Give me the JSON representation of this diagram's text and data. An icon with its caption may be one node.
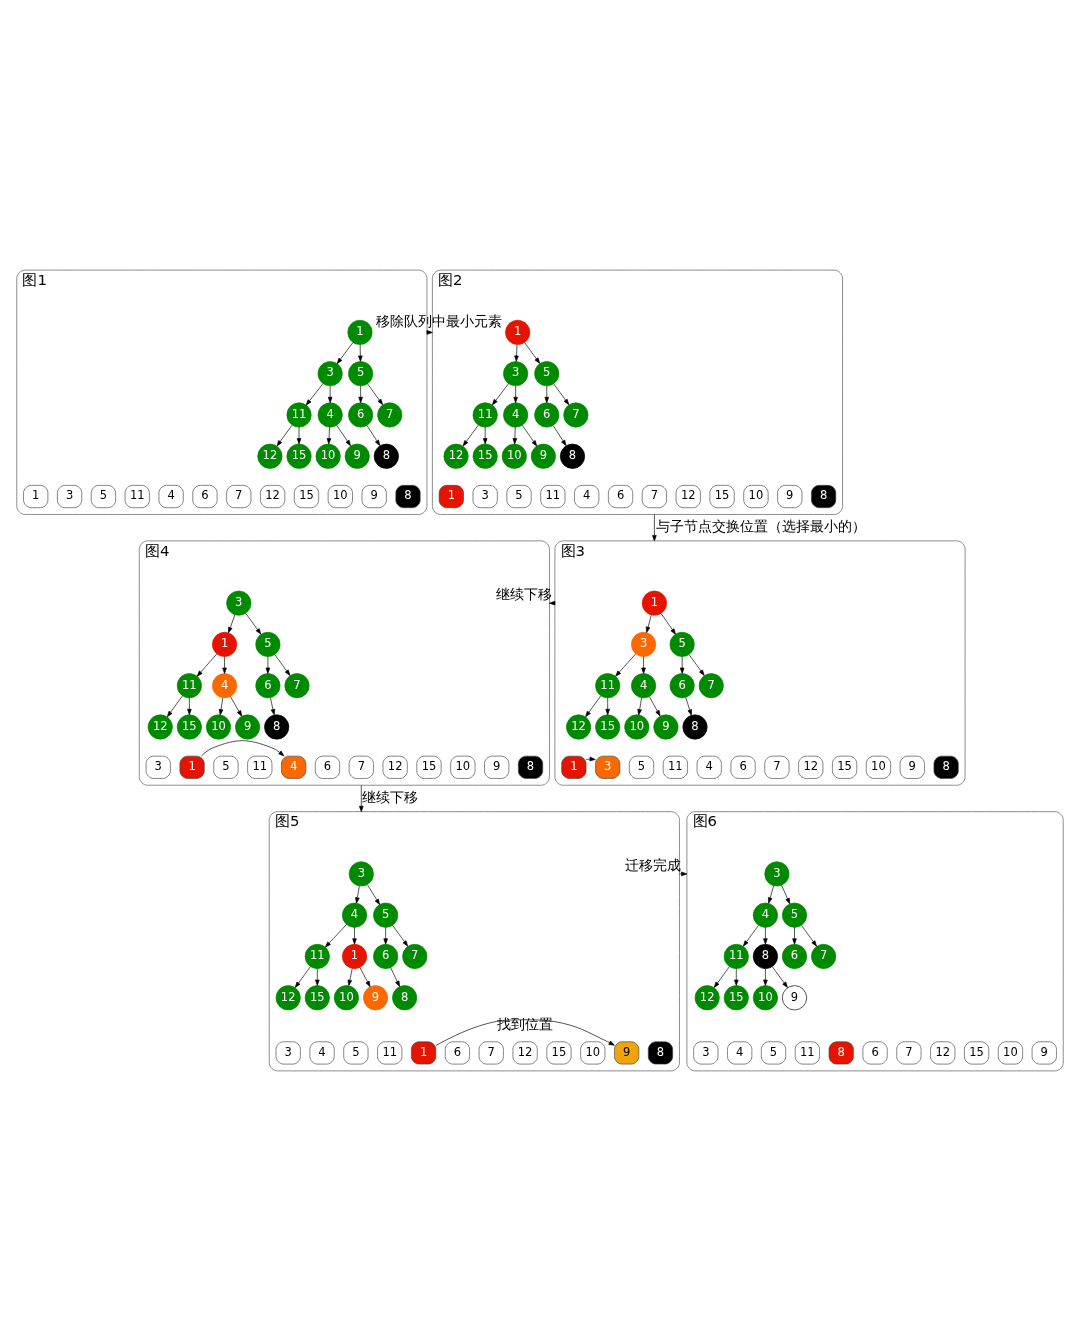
{
  "diagram": {
    "nodes": [
      {
        "text": [
          "图1"
        ]
      },
      {
        "text": [
          "1"
        ],
        "in": 0
      },
      {
        "text": [
          "3"
        ],
        "in": 0
      },
      {
        "text": [
          "5"
        ],
        "in": 0
      },
      {
        "text": [
          "11"
        ],
        "in": 0
      },
      {
        "text": [
          "4"
        ],
        "in": 0
      },
      {
        "text": [
          "6"
        ],
        "in": 0
      },
      {
        "text": [
          "7"
        ],
        "in": 0
      },
      {
        "text": [
          "12"
        ],
        "in": 0
      },
      {
        "text": [
          "15"
        ],
        "in": 0
      },
      {
        "text": [
          "10"
        ],
        "in": 0
      },
      {
        "text": [
          "9"
        ],
        "in": 0
      },
      {
        "text": [
          "8"
        ],
        "in": 0
      },
      {
        "text": [
          "1"
        ],
        "in": 0
      },
      {
        "text": [
          "3"
        ],
        "in": 0
      },
      {
        "text": [
          "5"
        ],
        "in": 0
      },
      {
        "text": [
          "11"
        ],
        "in": 0
      },
      {
        "text": [
          "4"
        ],
        "in": 0
      },
      {
        "text": [
          "6"
        ],
        "in": 0
      },
      {
        "text": [
          "7"
        ],
        "in": 0
      },
      {
        "text": [
          "12"
        ],
        "in": 0
      },
      {
        "text": [
          "15"
        ],
        "in": 0
      },
      {
        "text": [
          "10"
        ],
        "in": 0
      },
      {
        "text": [
          "9"
        ],
        "in": 0
      },
      {
        "text": [
          "8"
        ],
        "in": 0
      },
      {
        "text": [
          "图2"
        ]
      },
      {
        "text": [
          "1"
        ],
        "in": 25
      },
      {
        "text": [
          "3"
        ],
        "in": 25
      },
      {
        "text": [
          "5"
        ],
        "in": 25
      },
      {
        "text": [
          "11"
        ],
        "in": 25
      },
      {
        "text": [
          "4"
        ],
        "in": 25
      },
      {
        "text": [
          "6"
        ],
        "in": 25
      },
      {
        "text": [
          "7"
        ],
        "in": 25
      },
      {
        "text": [
          "12"
        ],
        "in": 25
      },
      {
        "text": [
          "15"
        ],
        "in": 25
      },
      {
        "text": [
          "10"
        ],
        "in": 25
      },
      {
        "text": [
          "9"
        ],
        "in": 25
      },
      {
        "text": [
          "8"
        ],
        "in": 25
      },
      {
        "text": [
          "1"
        ],
        "in": 25
      },
      {
        "text": [
          "3"
        ],
        "in": 25
      },
      {
        "text": [
          "5"
        ],
        "in": 25
      },
      {
        "text": [
          "11"
        ],
        "in": 25
      },
      {
        "text": [
          "4"
        ],
        "in": 25
      },
      {
        "text": [
          "6"
        ],
        "in": 25
      },
      {
        "text": [
          "7"
        ],
        "in": 25
      },
      {
        "text": [
          "12"
        ],
        "in": 25
      },
      {
        "text": [
          "15"
        ],
        "in": 25
      },
      {
        "text": [
          "10"
        ],
        "in": 25
      },
      {
        "text": [
          "9"
        ],
        "in": 25
      },
      {
        "text": [
          "8"
        ],
        "in": 25
      },
      {
        "text": [
          "图4"
        ]
      },
      {
        "text": [
          "3"
        ],
        "in": 50
      },
      {
        "text": [
          "1"
        ],
        "in": 50
      },
      {
        "text": [
          "5"
        ],
        "in": 50
      },
      {
        "text": [
          "11"
        ],
        "in": 50
      },
      {
        "text": [
          "4"
        ],
        "in": 50
      },
      {
        "text": [
          "6"
        ],
        "in": 50
      },
      {
        "text": [
          "7"
        ],
        "in": 50
      },
      {
        "text": [
          "12"
        ],
        "in": 50
      },
      {
        "text": [
          "15"
        ],
        "in": 50
      },
      {
        "text": [
          "10"
        ],
        "in": 50
      },
      {
        "text": [
          "9"
        ],
        "in": 50
      },
      {
        "text": [
          "8"
        ],
        "in": 50
      },
      {
        "text": [
          "3"
        ],
        "in": 50
      },
      {
        "text": [
          "1"
        ],
        "in": 50
      },
      {
        "text": [
          "5"
        ],
        "in": 50
      },
      {
        "text": [
          "11"
        ],
        "in": 50
      },
      {
        "text": [
          "4"
        ],
        "in": 50
      },
      {
        "text": [
          "6"
        ],
        "in": 50
      },
      {
        "text": [
          "7"
        ],
        "in": 50
      },
      {
        "text": [
          "12"
        ],
        "in": 50
      },
      {
        "text": [
          "15"
        ],
        "in": 50
      },
      {
        "text": [
          "10"
        ],
        "in": 50
      },
      {
        "text": [
          "9"
        ],
        "in": 50
      },
      {
        "text": [
          "8"
        ],
        "in": 50
      },
      {
        "text": [
          "图3"
        ]
      },
      {
        "text": [
          "1"
        ],
        "in": 75
      },
      {
        "text": [
          "3"
        ],
        "in": 75
      },
      {
        "text": [
          "5"
        ],
        "in": 75
      },
      {
        "text": [
          "11"
        ],
        "in": 75
      },
      {
        "text": [
          "4"
        ],
        "in": 75
      },
      {
        "text": [
          "6"
        ],
        "in": 75
      },
      {
        "text": [
          "7"
        ],
        "in": 75
      },
      {
        "text": [
          "12"
        ],
        "in": 75
      },
      {
        "text": [
          "15"
        ],
        "in": 75
      },
      {
        "text": [
          "10"
        ],
        "in": 75
      },
      {
        "text": [
          "9"
        ],
        "in": 75
      },
      {
        "text": [
          "8"
        ],
        "in": 75
      },
      {
        "text": [
          "1"
        ],
        "in": 75
      },
      {
        "text": [
          "3"
        ],
        "in": 75
      },
      {
        "text": [
          "5"
        ],
        "in": 75
      },
      {
        "text": [
          "11"
        ],
        "in": 75
      },
      {
        "text": [
          "4"
        ],
        "in": 75
      },
      {
        "text": [
          "6"
        ],
        "in": 75
      },
      {
        "text": [
          "7"
        ],
        "in": 75
      },
      {
        "text": [
          "12"
        ],
        "in": 75
      },
      {
        "text": [
          "15"
        ],
        "in": 75
      },
      {
        "text": [
          "10"
        ],
        "in": 75
      },
      {
        "text": [
          "9"
        ],
        "in": 75
      },
      {
        "text": [
          "8"
        ],
        "in": 75
      },
      {
        "text": [
          "图5"
        ]
      },
      {
        "text": [
          "3"
        ],
        "in": 100
      },
      {
        "text": [
          "4"
        ],
        "in": 100
      },
      {
        "text": [
          "5"
        ],
        "in": 100
      },
      {
        "text": [
          "11"
        ],
        "in": 100
      },
      {
        "text": [
          "1"
        ],
        "in": 100
      },
      {
        "text": [
          "6"
        ],
        "in": 100
      },
      {
        "text": [
          "7"
        ],
        "in": 100
      },
      {
        "text": [
          "12"
        ],
        "in": 100
      },
      {
        "text": [
          "15"
        ],
        "in": 100
      },
      {
        "text": [
          "10"
        ],
        "in": 100
      },
      {
        "text": [
          "9"
        ],
        "in": 100
      },
      {
        "text": [
          "8"
        ],
        "in": 100
      },
      {
        "text": [
          "3"
        ],
        "in": 100
      },
      {
        "text": [
          "4"
        ],
        "in": 100
      },
      {
        "text": [
          "5"
        ],
        "in": 100
      },
      {
        "text": [
          "11"
        ],
        "in": 100
      },
      {
        "text": [
          "1"
        ],
        "in": 100
      },
      {
        "text": [
          "6"
        ],
        "in": 100
      },
      {
        "text": [
          "7"
        ],
        "in": 100
      },
      {
        "text": [
          "12"
        ],
        "in": 100
      },
      {
        "text": [
          "15"
        ],
        "in": 100
      },
      {
        "text": [
          "10"
        ],
        "in": 100
      },
      {
        "text": [
          "9"
        ],
        "in": 100
      },
      {
        "text": [
          "8"
        ],
        "in": 100
      },
      {
        "text": [
          "图6"
        ]
      },
      {
        "text": [
          "3"
        ],
        "in": 125
      },
      {
        "text": [
          "4"
        ],
        "in": 125
      },
      {
        "text": [
          "5"
        ],
        "in": 125
      },
      {
        "text": [
          "11"
        ],
        "in": 125
      },
      {
        "text": [
          "8"
        ],
        "in": 125
      },
      {
        "text": [
          "6"
        ],
        "in": 125
      },
      {
        "text": [
          "7"
        ],
        "in": 125
      },
      {
        "text": [
          "12"
        ],
        "in": 125
      },
      {
        "text": [
          "15"
        ],
        "in": 125
      },
      {
        "text": [
          "10"
        ],
        "in": 125
      },
      {
        "text": [
          "9"
        ],
        "in": 125
      },
      {
        "text": [
          "3"
        ],
        "in": 125
      },
      {
        "text": [
          "4"
        ],
        "in": 125
      },
      {
        "text": [
          "5"
        ],
        "in": 125
      },
      {
        "text": [
          "11"
        ],
        "in": 125
      },
      {
        "text": [
          "8"
        ],
        "in": 125
      },
      {
        "text": [
          "6"
        ],
        "in": 125
      },
      {
        "text": [
          "7"
        ],
        "in": 125
      },
      {
        "text": [
          "12"
        ],
        "in": 125
      },
      {
        "text": [
          "15"
        ],
        "in": 125
      },
      {
        "text": [
          "10"
        ],
        "in": 125
      },
      {
        "text": [
          "9"
        ],
        "in": 125
      }
    ],
    "edges": [
      {
        "from": 0,
        "to": 25,
        "arrow": "to",
        "label": "移除队列中最小元素"
      },
      {
        "from": 25,
        "to": 75,
        "arrow": "to",
        "label": "与子节点交换位置（选择最小的）"
      },
      {
        "from": 75,
        "to": 50,
        "arrow": "to",
        "label": "继续下移"
      },
      {
        "from": 50,
        "to": 100,
        "arrow": "to",
        "label": "继续下移"
      },
      {
        "from": 100,
        "to": 125,
        "arrow": "to",
        "label": "迁移完成"
      },
      {
        "from": 64,
        "to": 67,
        "arrow": "to"
      },
      {
        "from": 88,
        "to": 89,
        "arrow": "to"
      },
      {
        "from": 117,
        "to": 123,
        "arrow": "to",
        "label": "找到位置"
      },
      {
        "from": 1,
        "to": 2,
        "arrow": "to"
      },
      {
        "from": 1,
        "to": 3,
        "arrow": "to"
      },
      {
        "from": 2,
        "to": 4,
        "arrow": "to"
      },
      {
        "from": 2,
        "to": 5,
        "arrow": "to"
      },
      {
        "from": 3,
        "to": 6,
        "arrow": "to"
      },
      {
        "from": 3,
        "to": 7,
        "arrow": "to"
      },
      {
        "from": 4,
        "to": 8,
        "arrow": "to"
      },
      {
        "from": 4,
        "to": 9,
        "arrow": "to"
      },
      {
        "from": 5,
        "to": 10,
        "arrow": "to"
      },
      {
        "from": 5,
        "to": 11,
        "arrow": "to"
      },
      {
        "from": 6,
        "to": 12,
        "arrow": "to"
      },
      {
        "from": 26,
        "to": 27,
        "arrow": "to"
      },
      {
        "from": 26,
        "to": 28,
        "arrow": "to"
      },
      {
        "from": 27,
        "to": 29,
        "arrow": "to"
      },
      {
        "from": 27,
        "to": 30,
        "arrow": "to"
      },
      {
        "from": 28,
        "to": 31,
        "arrow": "to"
      },
      {
        "from": 28,
        "to": 32,
        "arrow": "to"
      },
      {
        "from": 29,
        "to": 33,
        "arrow": "to"
      },
      {
        "from": 29,
        "to": 34,
        "arrow": "to"
      },
      {
        "from": 30,
        "to": 35,
        "arrow": "to"
      },
      {
        "from": 30,
        "to": 36,
        "arrow": "to"
      },
      {
        "from": 31,
        "to": 37,
        "arrow": "to"
      },
      {
        "from": 51,
        "to": 52,
        "arrow": "to"
      },
      {
        "from": 51,
        "to": 53,
        "arrow": "to"
      },
      {
        "from": 52,
        "to": 54,
        "arrow": "to"
      },
      {
        "from": 52,
        "to": 55,
        "arrow": "to"
      },
      {
        "from": 53,
        "to": 56,
        "arrow": "to"
      },
      {
        "from": 53,
        "to": 57,
        "arrow": "to"
      },
      {
        "from": 54,
        "to": 58,
        "arrow": "to"
      },
      {
        "from": 54,
        "to": 59,
        "arrow": "to"
      },
      {
        "from": 55,
        "to": 60,
        "arrow": "to"
      },
      {
        "from": 55,
        "to": 61,
        "arrow": "to"
      },
      {
        "from": 56,
        "to": 62,
        "arrow": "to"
      },
      {
        "from": 76,
        "to": 77,
        "arrow": "to"
      },
      {
        "from": 76,
        "to": 78,
        "arrow": "to"
      },
      {
        "from": 77,
        "to": 79,
        "arrow": "to"
      },
      {
        "from": 77,
        "to": 80,
        "arrow": "to"
      },
      {
        "from": 78,
        "to": 81,
        "arrow": "to"
      },
      {
        "from": 78,
        "to": 82,
        "arrow": "to"
      },
      {
        "from": 79,
        "to": 83,
        "arrow": "to"
      },
      {
        "from": 79,
        "to": 84,
        "arrow": "to"
      },
      {
        "from": 80,
        "to": 85,
        "arrow": "to"
      },
      {
        "from": 80,
        "to": 86,
        "arrow": "to"
      },
      {
        "from": 81,
        "to": 87,
        "arrow": "to"
      },
      {
        "from": 101,
        "to": 102,
        "arrow": "to"
      },
      {
        "from": 101,
        "to": 103,
        "arrow": "to"
      },
      {
        "from": 102,
        "to": 104,
        "arrow": "to"
      },
      {
        "from": 102,
        "to": 105,
        "arrow": "to"
      },
      {
        "from": 103,
        "to": 106,
        "arrow": "to"
      },
      {
        "from": 103,
        "to": 107,
        "arrow": "to"
      },
      {
        "from": 104,
        "to": 108,
        "arrow": "to"
      },
      {
        "from": 104,
        "to": 109,
        "arrow": "to"
      },
      {
        "from": 105,
        "to": 110,
        "arrow": "to"
      },
      {
        "from": 105,
        "to": 111,
        "arrow": "to"
      },
      {
        "from": 106,
        "to": 112,
        "arrow": "to"
      },
      {
        "from": 126,
        "to": 127,
        "arrow": "to"
      },
      {
        "from": 126,
        "to": 128,
        "arrow": "to"
      },
      {
        "from": 127,
        "to": 129,
        "arrow": "to"
      },
      {
        "from": 127,
        "to": 130,
        "arrow": "to"
      },
      {
        "from": 128,
        "to": 131,
        "arrow": "to"
      },
      {
        "from": 128,
        "to": 132,
        "arrow": "to"
      },
      {
        "from": 129,
        "to": 133,
        "arrow": "to"
      },
      {
        "from": 129,
        "to": 134,
        "arrow": "to"
      },
      {
        "from": 130,
        "to": 135,
        "arrow": "to"
      },
      {
        "from": 130,
        "to": 136,
        "arrow": "to"
      }
    ]
  }
}
